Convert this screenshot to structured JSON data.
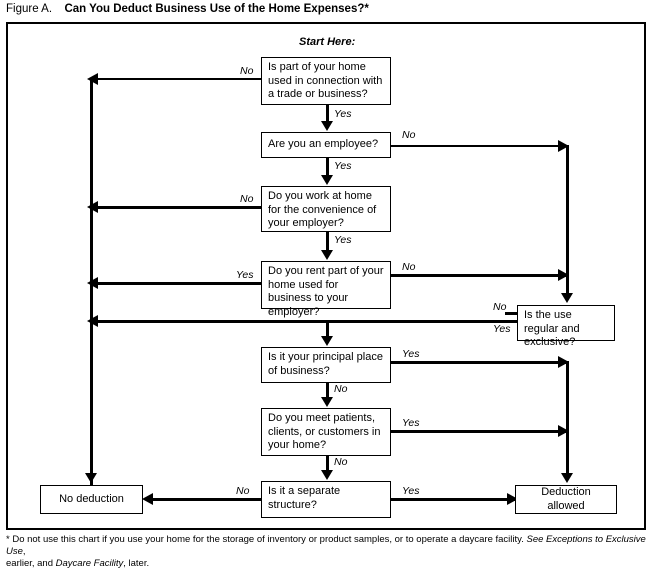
{
  "figure": {
    "label": "Figure A.",
    "title": "Can You Deduct Business Use of the Home Expenses?*"
  },
  "start_label": "Start Here:",
  "nodes": {
    "q1": "Is part of your home used in connection with a trade or business?",
    "q2": "Are you an employee?",
    "q3": "Do you work at home for the convenience of your employer?",
    "q4": "Do you rent part of your home used for business to your employer?",
    "q5": "Is the use regular and exclusive?",
    "q6": "Is it your principal place of business?",
    "q7": "Do you meet patients, clients, or customers in your home?",
    "q8": "Is it a separate structure?",
    "outcome_no": "No deduction",
    "outcome_yes": "Deduction allowed"
  },
  "edges": {
    "q1_no": "No",
    "q1_yes": "Yes",
    "q2_no": "No",
    "q2_yes": "Yes",
    "q3_no": "No",
    "q3_yes": "Yes",
    "q4_yes": "Yes",
    "q4_no": "No",
    "q5_no": "No",
    "q5_yes": "Yes",
    "q6_yes": "Yes",
    "q6_no": "No",
    "q7_yes": "Yes",
    "q7_no": "No",
    "q8_no": "No",
    "q8_yes": "Yes"
  },
  "footnote": {
    "line1_a": "* Do not use this chart if you use your home for the storage of inventory or product samples, or to operate a daycare facility. ",
    "line1_italic": "See Exceptions to Exclusive Use",
    "line1_b": ",",
    "line2_a": "earlier, and ",
    "line2_italic": "Daycare Facility",
    "line2_b": ", later."
  },
  "colors": {
    "ink": "#000000",
    "background": "#ffffff"
  }
}
